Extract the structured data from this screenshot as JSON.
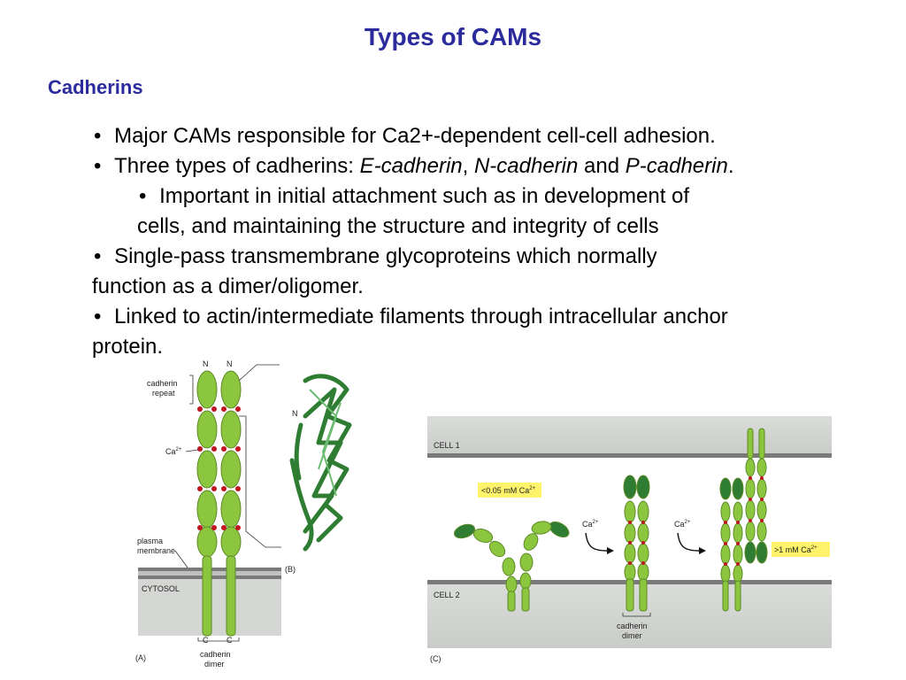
{
  "slide": {
    "title": "Types of CAMs",
    "subtitle": "Cadherins",
    "colors": {
      "heading": "#2b2b9e",
      "cadherin_green": "#8cc63f",
      "dark_green": "#2e7d32",
      "calcium_red": "#c0141e",
      "callout_yellow": "#fff36b",
      "membrane_gray": "#7a7a7a"
    }
  },
  "bullets": {
    "b1": "Major CAMs responsible for Ca2+-dependent cell-cell adhesion.",
    "b2_prefix": "Three types of cadherins: ",
    "b2_e": "E-cadherin",
    "b2_comma": ", ",
    "b2_n": "N-cadherin",
    "b2_and": " and ",
    "b2_p": "P-cadherin",
    "b2_end": ".",
    "b3_line1": "Important in initial attachment such as in development of",
    "b3_line2": "cells, and maintaining the structure and integrity of cells",
    "b4_line1": "Single-pass transmembrane glycoproteins which normally",
    "b4_line2": "function as a dimer/oligomer.",
    "b5_line1": "Linked to actin/intermediate filaments through intracellular anchor",
    "b5_line2": "protein.",
    "bullet_glyph": "•"
  },
  "figure": {
    "panel_a": {
      "n_left": "N",
      "n_right": "N",
      "cadherin_repeat_1": "cadherin",
      "cadherin_repeat_2": "repeat",
      "ca_label": "Ca",
      "ca_sup": "2+",
      "plasma_1": "plasma",
      "plasma_2": "membrane",
      "cytosol": "CYTOSOL",
      "c_left": "C",
      "c_right": "C",
      "dimer_1": "cadherin",
      "dimer_2": "dimer",
      "panel_letter": "(A)"
    },
    "panel_b": {
      "n_label": "N",
      "panel_letter": "(B)"
    },
    "panel_c": {
      "cell1": "CELL 1",
      "cell2": "CELL 2",
      "low_ca": "<0.05 mM Ca",
      "low_ca_sup": "2+",
      "ca_arrow_1": "Ca",
      "ca_arrow_1_sup": "2+",
      "ca_arrow_2": "Ca",
      "ca_arrow_2_sup": "2+",
      "high_ca": ">1 mM Ca",
      "high_ca_sup": "2+",
      "dimer_1": "cadherin",
      "dimer_2": "dimer",
      "panel_letter": "(C)"
    }
  }
}
